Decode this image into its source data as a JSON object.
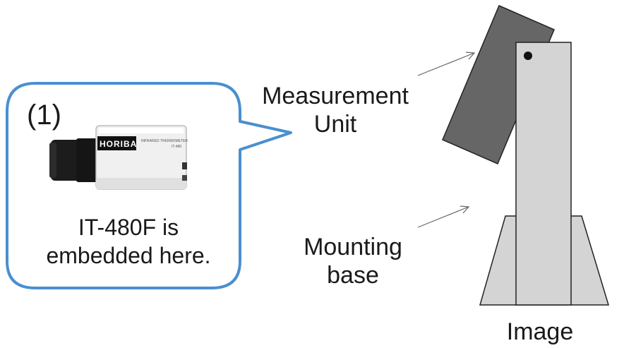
{
  "bubble": {
    "number": "(1)",
    "line1": "IT-480F is",
    "line2": "embedded here.",
    "border_color": "#4a8fd0"
  },
  "camera": {
    "brand": "HORIBA",
    "model_line1": "INFRARED THERMOMETER",
    "model_line2": "IT-480"
  },
  "labels": {
    "measurement_line1": "Measurement",
    "measurement_line2": "Unit",
    "mounting_line1": "Mounting",
    "mounting_line2": "base",
    "image_caption": "Image"
  },
  "colors": {
    "unit_fill": "#666666",
    "column_fill": "#d4d4d4",
    "stroke": "#222222"
  }
}
